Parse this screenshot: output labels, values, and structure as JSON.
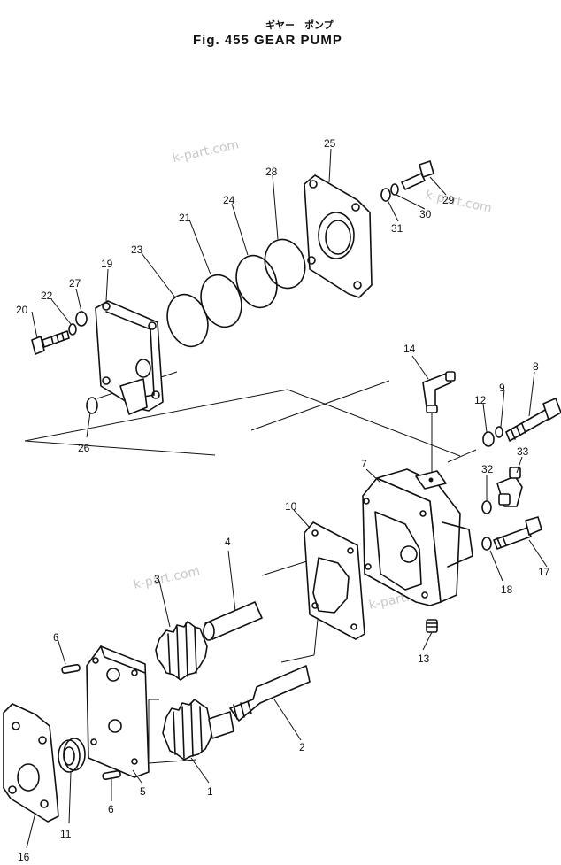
{
  "header": {
    "title_jp": "ギヤー　ポンプ",
    "title": "Fig. 455    GEAR  PUMP"
  },
  "watermarks": [
    "k-part.com",
    "k-part.com",
    "k-part.com",
    "k-part.com"
  ],
  "callouts": [
    "1",
    "2",
    "3",
    "4",
    "5",
    "6",
    "6",
    "7",
    "8",
    "9",
    "10",
    "11",
    "12",
    "13",
    "14",
    "16",
    "17",
    "18",
    "19",
    "20",
    "21",
    "22",
    "23",
    "24",
    "25",
    "26",
    "27",
    "28",
    "29",
    "30",
    "31",
    "32",
    "33"
  ]
}
